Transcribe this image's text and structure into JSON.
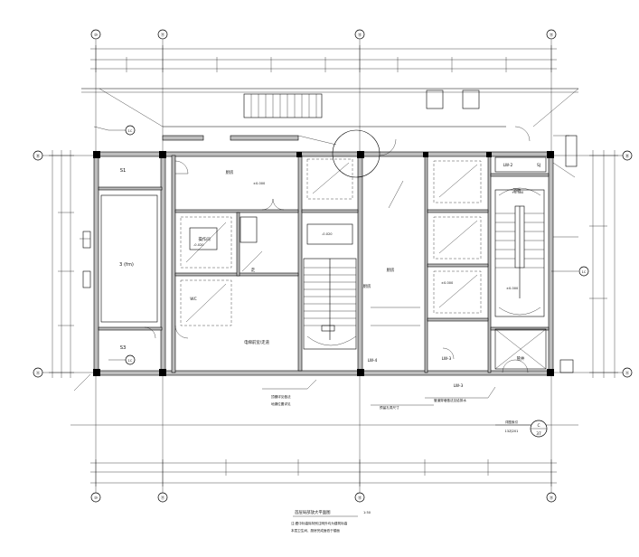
{
  "axes": {
    "vertical": [
      "⑩",
      "⑪",
      "⑫",
      "⑬"
    ],
    "horizontal": [
      "Ⓐ",
      "Ⓑ"
    ]
  },
  "rooms": {
    "r1": "S1",
    "r2": "3 (fm)",
    "r3": "S3",
    "r4": "WC",
    "r5": "厨房",
    "r6": "走",
    "r7": "厨房",
    "r8": "操作间",
    "r9": "厨房",
    "r10": "电梯前室/走道",
    "r11": "LW-2",
    "r12": "LW-3",
    "r13": "LW-3",
    "r14": "LW-4",
    "r15": "SJ",
    "r16": "管井",
    "r17": "消防"
  },
  "levels": {
    "l1": "±0.000",
    "l2": "±0.000",
    "l3": "-0.020",
    "l4": "-0.020",
    "l5": "+0.300",
    "l6": "±0.000"
  },
  "detail_tags": {
    "left_top": "1C",
    "left_bottom": "1C",
    "right_mid": "1C",
    "big_bubble_num": "C",
    "big_bubble_sheet": "37",
    "big_bubble_label": "详图索引",
    "big_bubble_ref": "13ZJ201"
  },
  "bottom_notes": {
    "n1": "顶棚详见做法",
    "n2": "地漏位置详见",
    "n3": "预留孔洞尺寸",
    "n4": "管道穿墙做法见给排水"
  },
  "title_block": {
    "title": "首层局部放大平面图",
    "scale": "1:50",
    "note1": "注:图中标高除特别注明外均为建筑标高",
    "note2": "本层卫生间、厨房完成面低于楼面"
  }
}
